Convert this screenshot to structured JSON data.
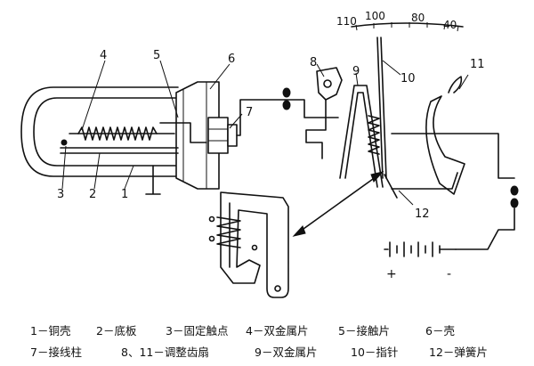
{
  "scale": {
    "ticks": [
      "110",
      "100",
      "80",
      "40"
    ]
  },
  "part_numbers": {
    "n1": "1",
    "n2": "2",
    "n3": "3",
    "n4": "4",
    "n5": "5",
    "n6": "6",
    "n7": "7",
    "n8": "8",
    "n9": "9",
    "n10": "10",
    "n11": "11",
    "n12": "12"
  },
  "battery": {
    "plus": "+",
    "minus": "-"
  },
  "legend": {
    "row1": [
      "1－铜壳",
      "2－底板",
      "3－固定触点",
      "4－双金属片",
      "5－接触片",
      "6－壳"
    ],
    "row2": [
      "7－接线柱",
      "8、11－调整齿扇",
      "9－双金属片",
      "10－指针",
      "12－弹簧片"
    ]
  }
}
